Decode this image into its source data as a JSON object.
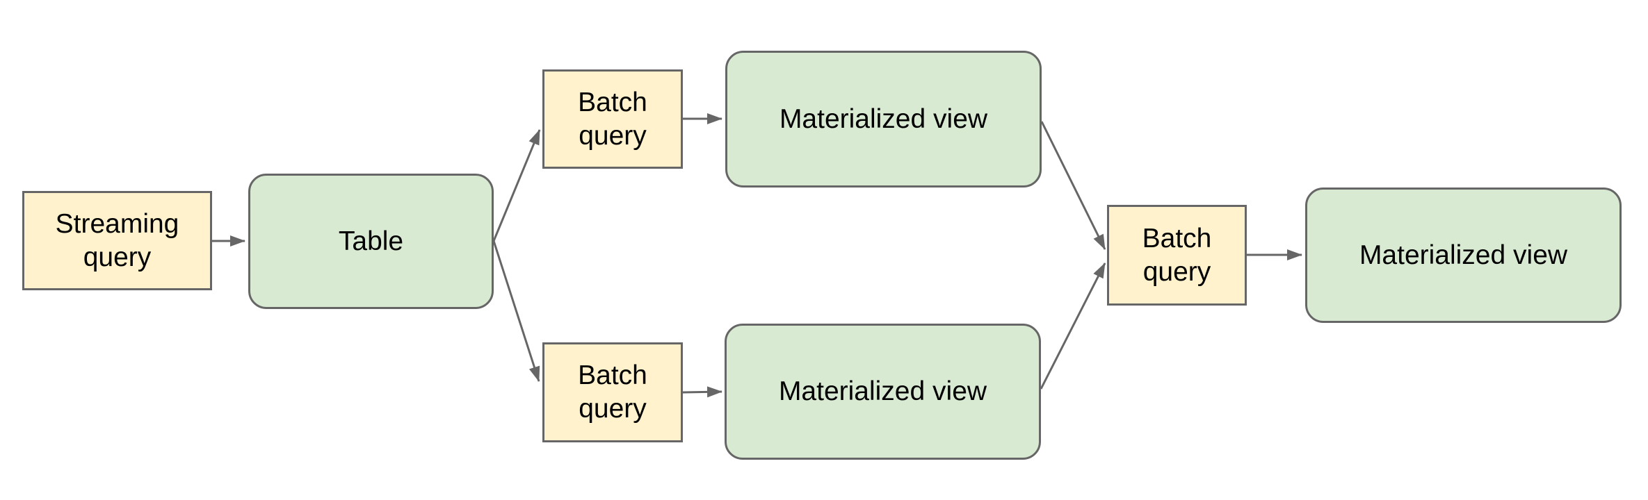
{
  "background": "#ffffff",
  "palette": {
    "query_fill": "#fff2cc",
    "view_fill": "#d9ead3",
    "border": "#666666",
    "connector": "#666666",
    "text": "#000000"
  },
  "nodes": [
    {
      "id": "streaming-query",
      "label": "Streaming query",
      "kind": "query"
    },
    {
      "id": "table",
      "label": "Table",
      "kind": "view"
    },
    {
      "id": "batch-query-top",
      "label": "Batch query",
      "kind": "query"
    },
    {
      "id": "materialized-view-top",
      "label": "Materialized view",
      "kind": "view"
    },
    {
      "id": "batch-query-bottom",
      "label": "Batch query",
      "kind": "query"
    },
    {
      "id": "materialized-view-bottom",
      "label": "Materialized view",
      "kind": "view"
    },
    {
      "id": "batch-query-final",
      "label": "Batch query",
      "kind": "query"
    },
    {
      "id": "materialized-view-final",
      "label": "Materialized view",
      "kind": "view"
    }
  ],
  "edges": [
    {
      "from": "streaming-query",
      "to": "table"
    },
    {
      "from": "table",
      "to": "batch-query-top"
    },
    {
      "from": "table",
      "to": "batch-query-bottom"
    },
    {
      "from": "batch-query-top",
      "to": "materialized-view-top"
    },
    {
      "from": "batch-query-bottom",
      "to": "materialized-view-bottom"
    },
    {
      "from": "materialized-view-top",
      "to": "batch-query-final"
    },
    {
      "from": "materialized-view-bottom",
      "to": "batch-query-final"
    },
    {
      "from": "batch-query-final",
      "to": "materialized-view-final"
    }
  ]
}
